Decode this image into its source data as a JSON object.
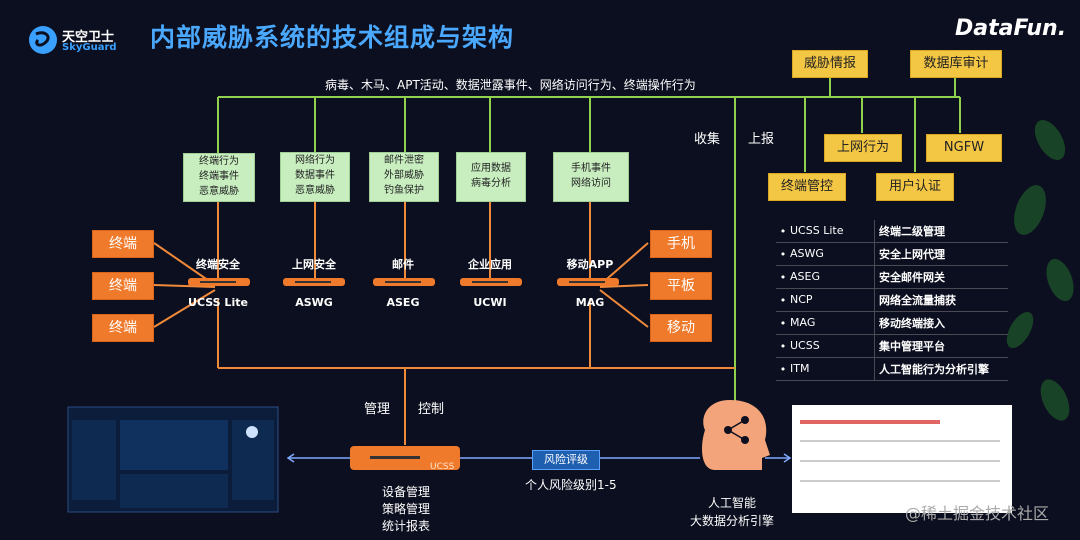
{
  "header": {
    "title": "内部威胁系统的技术组成与架构",
    "logo_cn": "天空卫士",
    "logo_en": "SkyGuard",
    "brand": "DataFun."
  },
  "threat_sources": "病毒、木马、APT活动、数据泄露事件、网络访问行为、终端操作行为",
  "green_boxes": [
    [
      "终端行为",
      "终端事件",
      "恶意威胁"
    ],
    [
      "网络行为",
      "数据事件",
      "恶意威胁"
    ],
    [
      "邮件泄密",
      "外部威胁",
      "钓鱼保护"
    ],
    [
      "应用数据",
      "病毒分析"
    ],
    [
      "手机事件",
      "网络访问"
    ]
  ],
  "products": [
    {
      "label": "终端安全",
      "device": "UCSS Lite"
    },
    {
      "label": "上网安全",
      "device": "ASWG"
    },
    {
      "label": "邮件",
      "device": "ASEG"
    },
    {
      "label": "企业应用",
      "device": "UCWI"
    },
    {
      "label": "移动APP",
      "device": "MAG"
    }
  ],
  "left_endpoints": [
    "终端",
    "终端",
    "终端"
  ],
  "right_endpoints": [
    "手机",
    "平板",
    "移动"
  ],
  "yellow_boxes": [
    "威胁情报",
    "数据库审计",
    "上网行为",
    "NGFW",
    "终端管控",
    "用户认证"
  ],
  "collect": "收集",
  "report": "上报",
  "legend": [
    {
      "k": "UCSS Lite",
      "v": "终端二级管理"
    },
    {
      "k": "ASWG",
      "v": "安全上网代理"
    },
    {
      "k": "ASEG",
      "v": "安全邮件网关"
    },
    {
      "k": "NCP",
      "v": "网络全流量捕获"
    },
    {
      "k": "MAG",
      "v": "移动终端接入"
    },
    {
      "k": "UCSS",
      "v": "集中管理平台"
    },
    {
      "k": "ITM",
      "v": "人工智能行为分析引擎"
    }
  ],
  "management": {
    "manage": "管理",
    "control": "控制",
    "device": "UCSS",
    "items": [
      "设备管理",
      "策略管理",
      "统计报表"
    ]
  },
  "risk": {
    "label": "风险评级",
    "level": "个人风险级别1-5"
  },
  "ai": {
    "line1": "人工智能",
    "line2": "大数据分析引擎"
  },
  "watermark": "@稀土掘金技术社区",
  "colors": {
    "green_line": "#8fd14f",
    "orange_line": "#f0893a",
    "title": "#4aa8ff"
  }
}
